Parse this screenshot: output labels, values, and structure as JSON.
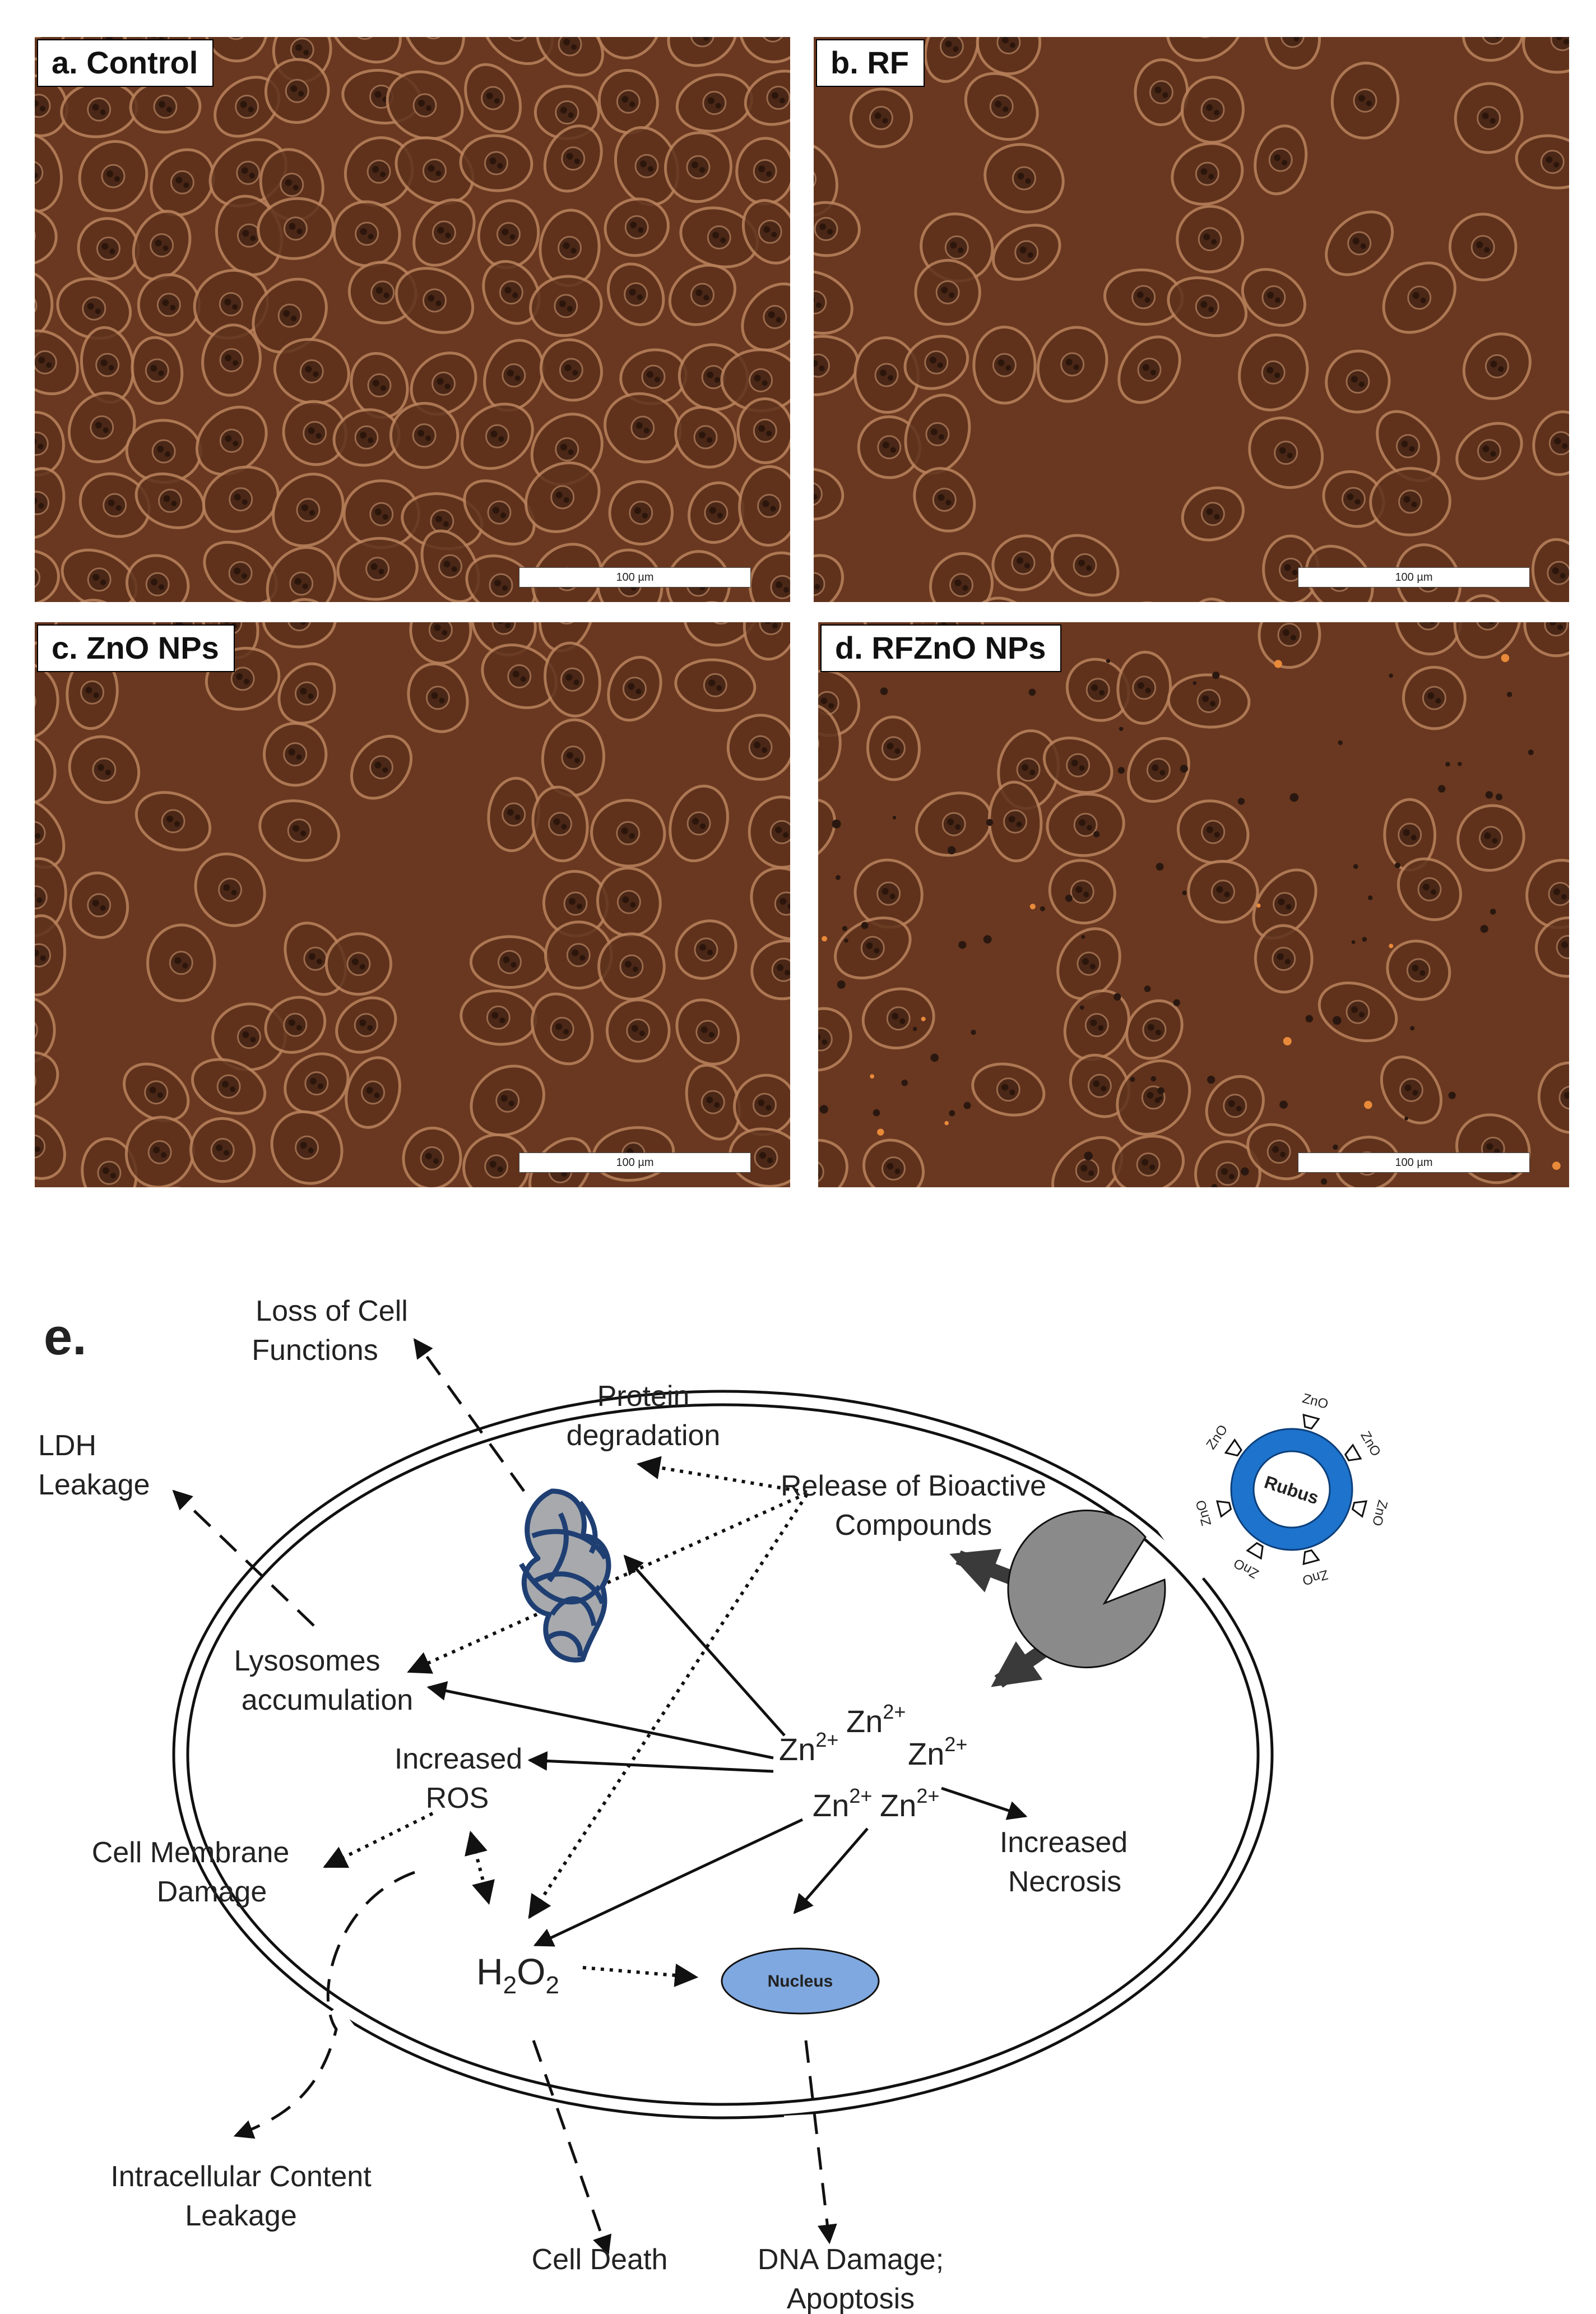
{
  "panels": [
    {
      "id": "a",
      "label": "a. Control",
      "scale": "100 µm"
    },
    {
      "id": "b",
      "label": "b. RF",
      "scale": "100 µm"
    },
    {
      "id": "c",
      "label": "c. ZnO NPs",
      "scale": "100 µm"
    },
    {
      "id": "d",
      "label": "d. RFZnO NPs",
      "scale": "100 µm"
    }
  ],
  "diagram": {
    "panel_letter": "e.",
    "nodes": {
      "loss_cell_functions": [
        "Loss of Cell",
        "Functions"
      ],
      "ldh_leakage": [
        "LDH",
        "Leakage"
      ],
      "protein_degradation": [
        "Protein",
        "degradation"
      ],
      "release_bioactive": [
        "Release of Bioactive",
        "Compounds"
      ],
      "lysosomes": [
        "Lysosomes",
        "accumulation"
      ],
      "increased_ros": [
        "Increased",
        "ROS"
      ],
      "cell_membrane_damage": [
        "Cell Membrane",
        "Damage"
      ],
      "increased_necrosis": [
        "Increased",
        "Necrosis"
      ],
      "intracellular_leakage": [
        "Intracellular Content",
        "Leakage"
      ],
      "cell_death": "Cell Death",
      "dna_damage": [
        "DNA Damage;",
        "Apoptosis"
      ]
    },
    "zn_ion": {
      "base": "Zn",
      "charge": "2+"
    },
    "h2o2": {
      "h": "H",
      "two": "2",
      "o": "O"
    },
    "nucleus_label": "Nucleus",
    "particle_core_label": "Rubus",
    "particle_shell_label": "ZnO",
    "colors": {
      "nucleus_fill": "#7fa8e0",
      "particle_ring": "#1e73cc",
      "protein_stroke": "#1f3f73",
      "protein_fill": "#a7a9ad",
      "pacman_fill": "#8a8a8a",
      "micrograph_base": "#6e3a22"
    }
  }
}
